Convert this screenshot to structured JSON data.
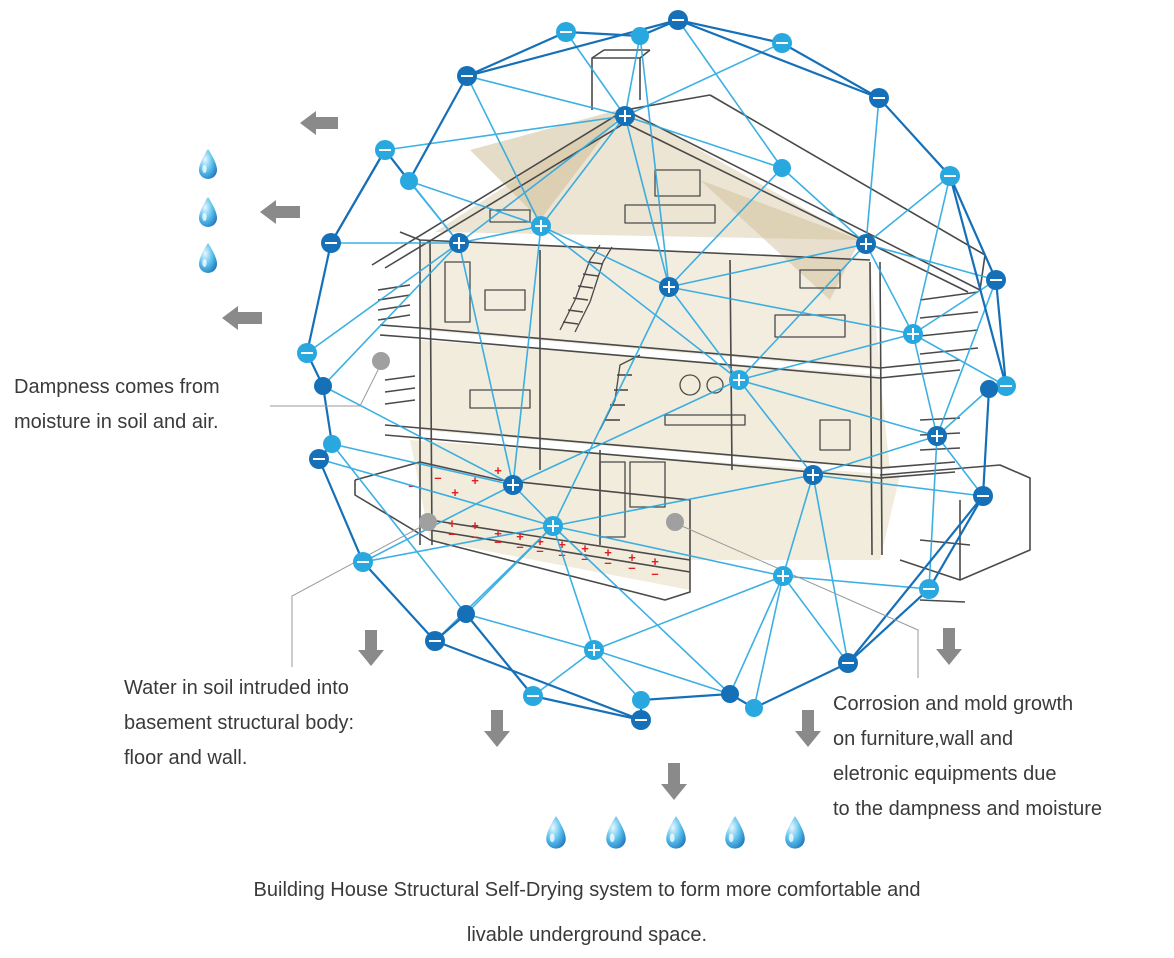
{
  "captions": {
    "dampness": [
      "Dampness comes from",
      "moisture in soil and air."
    ],
    "water": [
      "Water in soil intruded into",
      "basement structural body:",
      "floor and wall."
    ],
    "corrosion": [
      "Corrosion and mold growth",
      "on furniture,wall and",
      "eletronic equipments due",
      "to the dampness and moisture"
    ],
    "bottom": [
      "Building House Structural Self-Drying system to form more comfortable and",
      "livable underground space."
    ]
  },
  "colors": {
    "light_blue": "#29a8e0",
    "dark_blue": "#1670b8",
    "arrow_gray": "#8a8a8a",
    "house_beige": "#dccfae",
    "charge_red": "#e02020"
  },
  "icons": {
    "water_drop": "water-drop-icon",
    "arrow_left": "arrow-left-icon",
    "arrow_down": "arrow-down-icon",
    "positive_node": "plus-node-icon",
    "negative_node": "minus-node-icon"
  }
}
